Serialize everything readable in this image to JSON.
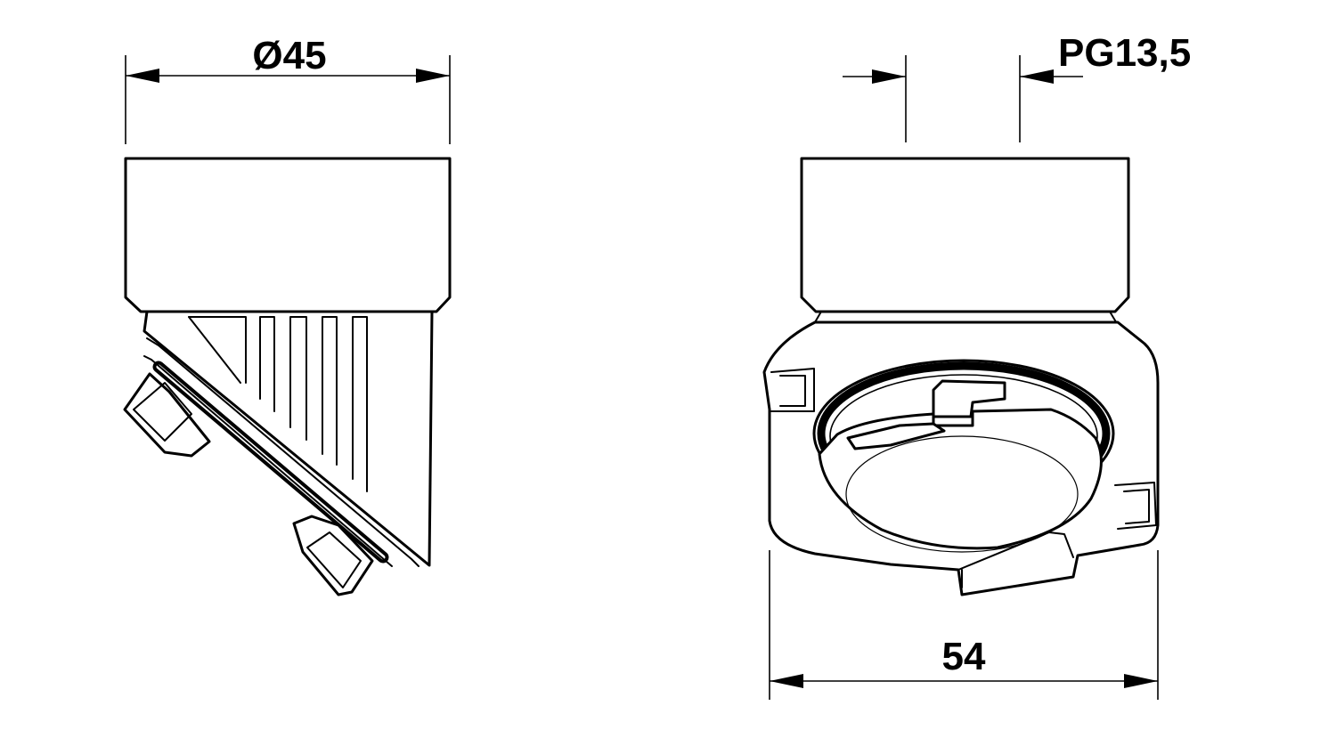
{
  "dimensions": {
    "left_diameter": "Ø45",
    "thread": "PG13,5",
    "bottom_width": "54"
  },
  "colors": {
    "line": "#000000",
    "background": "#ffffff"
  }
}
